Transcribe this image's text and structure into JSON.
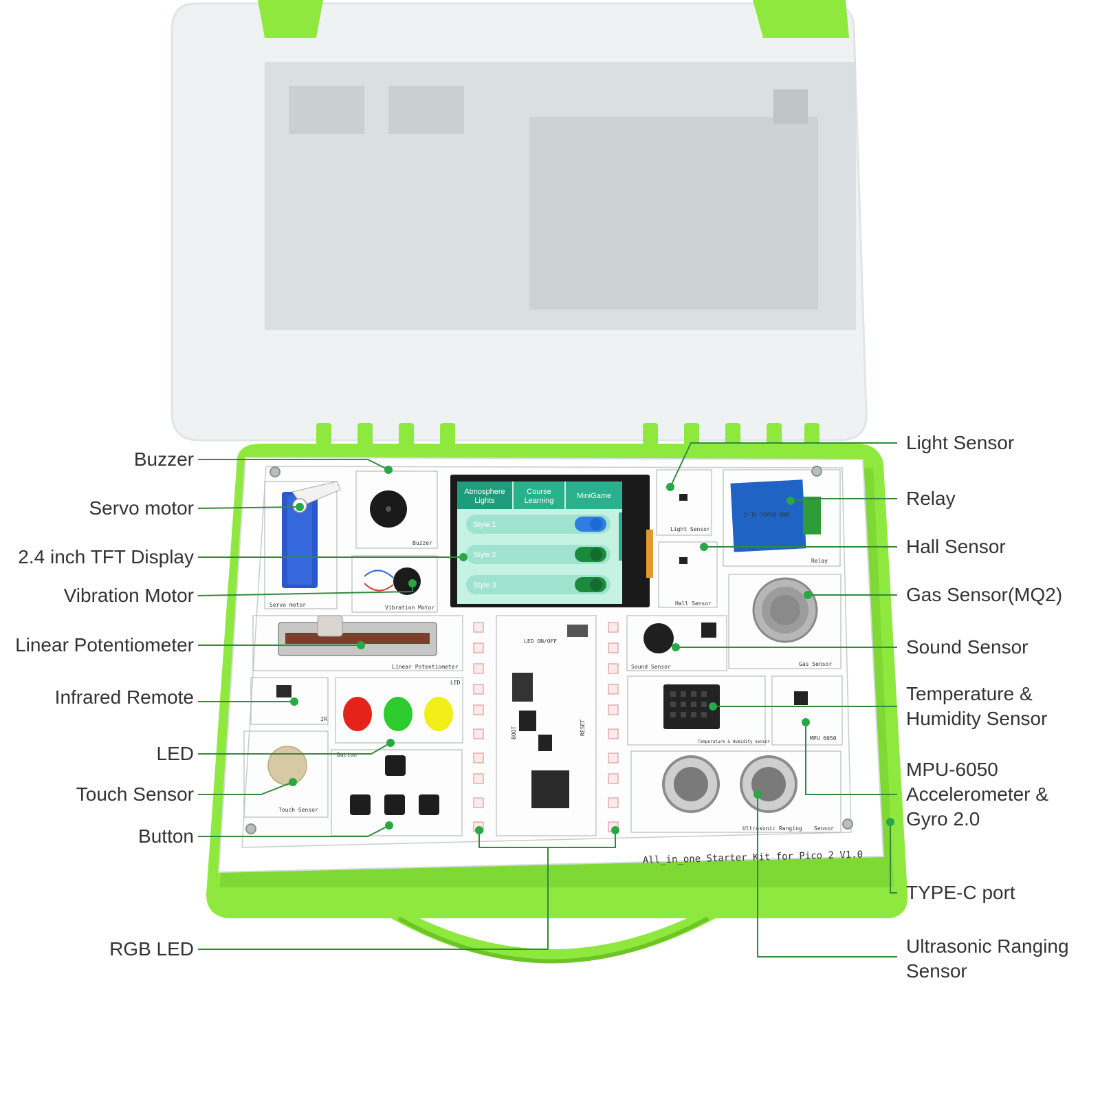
{
  "colors": {
    "case_green": "#8ee83e",
    "case_green_dark": "#6cc524",
    "lid": "#f1f4f5",
    "board": "#ffffff",
    "callout_line": "#2e8b3e",
    "callout_dot": "#27a844",
    "screen_teal": "#1f9c7c",
    "screen_bg": "#bfeee0",
    "toggle_blue": "#2f7de1",
    "toggle_green": "#1c8a3c"
  },
  "callouts": {
    "buzzer": "Buzzer",
    "servo_motor": "Servo motor",
    "tft_display": "2.4 inch TFT Display",
    "vibration_motor": "Vibration Motor",
    "linear_potentiometer": "Linear Potentiometer",
    "infrared_remote": "Infrared Remote",
    "led": "LED",
    "touch_sensor": "Touch Sensor",
    "button": "Button",
    "rgb_led": "RGB LED",
    "light_sensor": "Light Sensor",
    "relay": "Relay",
    "hall_sensor": "Hall Sensor",
    "gas_sensor": "Gas Sensor(MQ2)",
    "sound_sensor": "Sound Sensor",
    "temp_humidity": "Temperature &\nHumidity Sensor",
    "mpu6050": "MPU-6050\nAccelerometer &\nGyro 2.0",
    "type_c": "TYPE-C port",
    "ultrasonic": "Ultrasonic Ranging\nSensor"
  },
  "screen": {
    "tabs": [
      "Atmosphere\nLights",
      "Course\nLearning",
      "MiniGame"
    ],
    "styles": [
      "Style 1",
      "Style 2",
      "Style 3"
    ]
  },
  "board": {
    "title": "All_in_one Starter Kit for Pico 2 V1.0",
    "silk": {
      "buzzer": "Buzzer",
      "servo": "Servo motor",
      "vibration": "Vibration Motor",
      "linear_pot": "Linear Potentiometer",
      "ir": "IR",
      "led": "LED",
      "button": "Button",
      "touch": "Touch Sensor",
      "light": "Light Sensor",
      "relay": "Relay",
      "hall": "Hall Sensor",
      "gas": "Gas Sensor",
      "sound": "Sound Sensor",
      "temp_hum": "Temperature & Humidity sensor",
      "mpu": "MPU 6050",
      "ultrasonic": "Ultrasonic Ranging",
      "sensor_tag": "Sensor",
      "led_onoff": "LED ON/OFF",
      "boot": "BOOT",
      "reset": "RESET"
    },
    "relay_text": "SRD-05VDC-SL-C"
  }
}
